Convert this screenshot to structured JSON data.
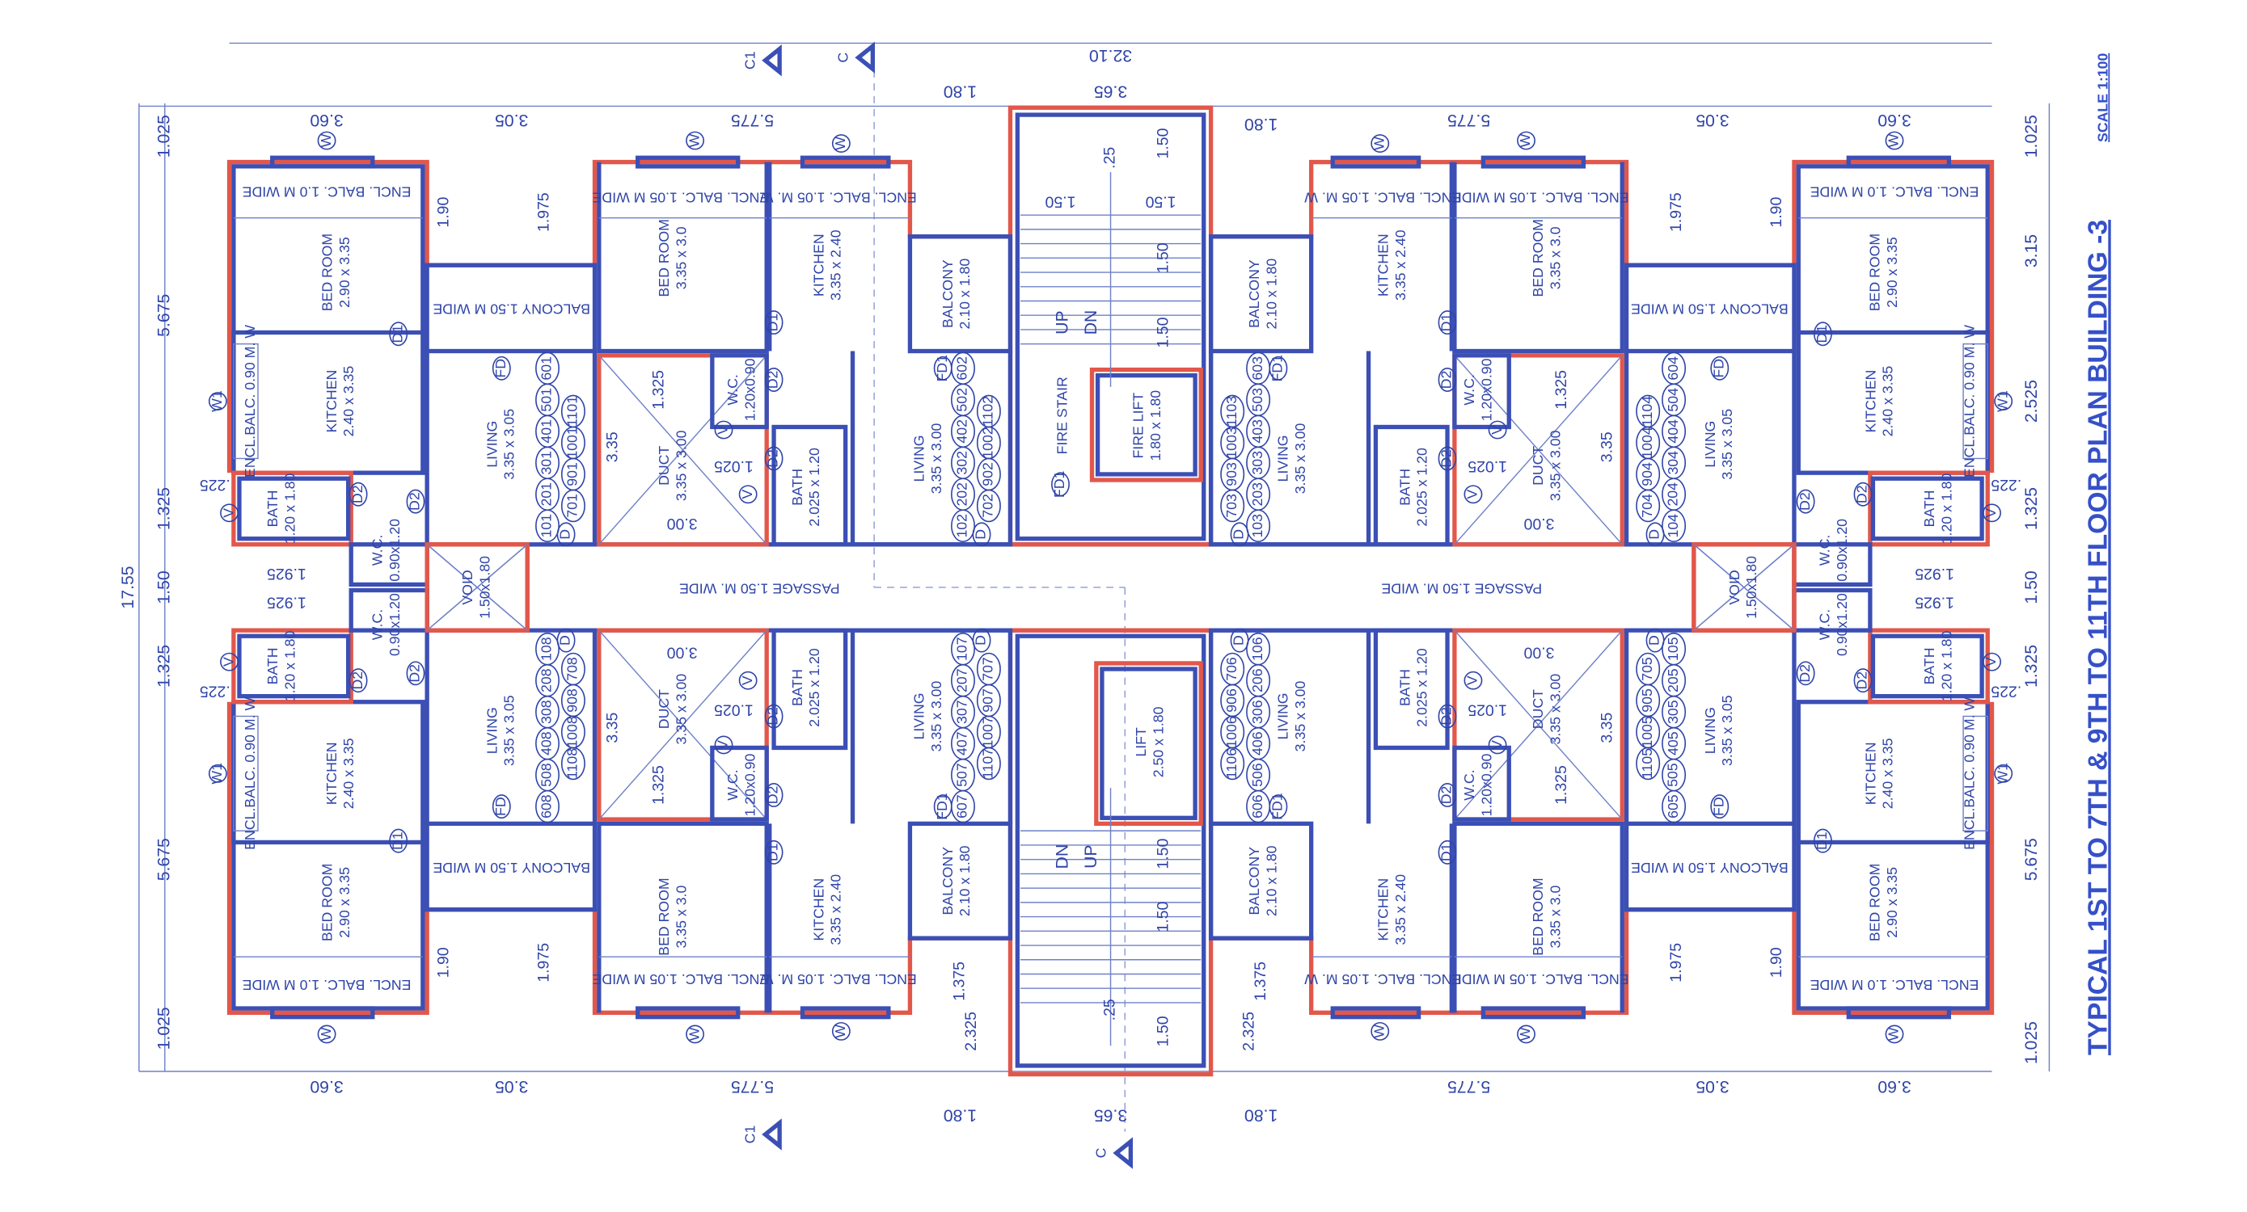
{
  "title": "TYPICAL 1ST TO 7TH & 9TH TO 11TH FLOOR PLAN BUILDING -3",
  "scale": "SCALE 1:100",
  "overall": {
    "width": "32.10",
    "depth": "17.55"
  },
  "section_marks": [
    "C1",
    "C",
    "C1",
    "C"
  ],
  "passage_label": "PASSAGE 1.50 M. WIDE",
  "dims_top": [
    "3.60",
    "3.05",
    "5.775",
    "1.80",
    "3.65",
    "1.80",
    "5.775",
    "3.05",
    "3.60"
  ],
  "dims_bottom": [
    "3.60",
    "3.05",
    "5.775",
    "1.80",
    "3.65",
    "1.80",
    "5.775",
    "3.05",
    "3.60"
  ],
  "dims_left": [
    "1.025",
    "5.675",
    "1.325",
    "1.50",
    "1.325",
    "5.675",
    "1.025"
  ],
  "dims_right": [
    "1.025",
    "3.15",
    "2.525",
    "1.325",
    "1.50",
    "1.325",
    "5.675",
    "1.025"
  ],
  "unit_rooms": [
    {
      "name": "ENCL. BALC. 1.0 M WIDE",
      "size": ""
    },
    {
      "name": "BED ROOM",
      "size": "2.90 x 3.35"
    },
    {
      "name": "KITCHEN",
      "size": "2.40 x 3.35"
    },
    {
      "name": "ENCL.BALC. 0.90 M. W",
      "size": ""
    },
    {
      "name": "BATH",
      "size": "1.20 x 1.80"
    },
    {
      "name": "W.C.",
      "size": "0.90x1.20"
    },
    {
      "name": "BALCONY 1.50 M WIDE",
      "size": ""
    },
    {
      "name": "LIVING",
      "size": "3.35 x 3.05"
    },
    {
      "name": "DUCT",
      "size": "3.35 x 3.00"
    },
    {
      "name": "W.C.",
      "size": "1.20x0.90"
    },
    {
      "name": "BATH",
      "size": "2.025 x 1.20"
    },
    {
      "name": "ENCL. BALC. 1.05 M WIDE",
      "size": ""
    },
    {
      "name": "BED ROOM",
      "size": "3.35 x 3.0"
    },
    {
      "name": "ENCL. BALC. 1.05 M. W",
      "size": ""
    },
    {
      "name": "KITCHEN",
      "size": "3.35 x 2.40"
    },
    {
      "name": "BALCONY",
      "size": "2.10 x 1.80"
    },
    {
      "name": "LIVING",
      "size": "3.35 x 3.00"
    },
    {
      "name": "VOID",
      "size": "1.50x1.80"
    }
  ],
  "inner_dims": [
    "1.90",
    "1.975",
    "1.325",
    "3.35",
    "1.025",
    "3.00",
    ".225",
    "1.925",
    "1.375",
    "2.325"
  ],
  "door_tags": [
    "D1",
    "D2",
    "D2",
    "D2",
    "FD",
    "D",
    "D1",
    "D2",
    "FD1",
    "D"
  ],
  "window_tags": [
    "W",
    "W",
    "W",
    "W1",
    "V",
    "V",
    "V"
  ],
  "quadrants": [
    {
      "flats_a": [
        "101",
        "201",
        "301",
        "401",
        "501",
        "601",
        "701",
        "901",
        "1001",
        "1101"
      ],
      "flats_b": [
        "102",
        "202",
        "302",
        "402",
        "502",
        "602",
        "702",
        "902",
        "1002",
        "1102"
      ]
    },
    {
      "flats_a": [
        "108",
        "208",
        "308",
        "408",
        "508",
        "608",
        "708",
        "908",
        "1008",
        "1108"
      ],
      "flats_b": [
        "107",
        "207",
        "307",
        "407",
        "507",
        "607",
        "707",
        "907",
        "1007",
        "1107"
      ]
    },
    {
      "flats_a": [
        "104",
        "204",
        "304",
        "404",
        "504",
        "604",
        "704",
        "904",
        "1004",
        "1104"
      ],
      "flats_b": [
        "103",
        "203",
        "303",
        "403",
        "503",
        "603",
        "703",
        "903",
        "1003",
        "1103"
      ]
    },
    {
      "flats_a": [
        "105",
        "205",
        "305",
        "405",
        "505",
        "605",
        "705",
        "905",
        "1005",
        "1105"
      ],
      "flats_b": [
        "106",
        "206",
        "306",
        "406",
        "506",
        "606",
        "706",
        "906",
        "1006",
        "1106"
      ]
    }
  ],
  "core": {
    "fire_stair": "FIRE STAIR",
    "fire_lift": {
      "name": "FIRE LIFT",
      "size": "1.80 x 1.80"
    },
    "lift": {
      "name": "LIFT",
      "size": "2.50 x 1.80"
    },
    "up": "UP",
    "dn": "DN",
    "stair_dims": [
      "1.50",
      "1.50",
      "1.50",
      "1.50",
      "1.50",
      "1.50",
      "1.50",
      "1.50",
      ".25",
      ".25"
    ],
    "fire_door": "FD1"
  },
  "colors": {
    "wall": "#3b4fb5",
    "outline": "#e2574a",
    "text": "#2f44a8"
  }
}
